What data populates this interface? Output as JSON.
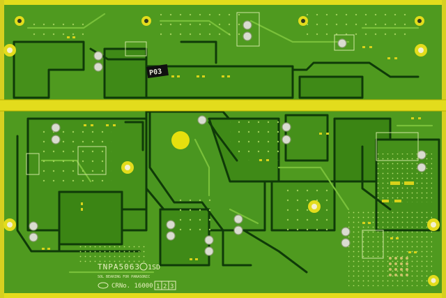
{
  "photo": {
    "subject": "",
    "colors": {
      "substrate": "#4f9a1f",
      "copper": "#3f8a17",
      "trace_dark": "#0f3a08",
      "gold_pad": "#d8d21a",
      "silkscreen": "#e8f0c0",
      "yellow_band": "#e3dc1c"
    }
  },
  "silkscreen": {
    "part_number": "TNPA5063",
    "revision": "1SD",
    "small_note": "SOL BEARING FOR PANASONIC",
    "crno_label": "CRNo. 16000",
    "digits": [
      "1",
      "2",
      "3"
    ],
    "sticker": "P03"
  }
}
